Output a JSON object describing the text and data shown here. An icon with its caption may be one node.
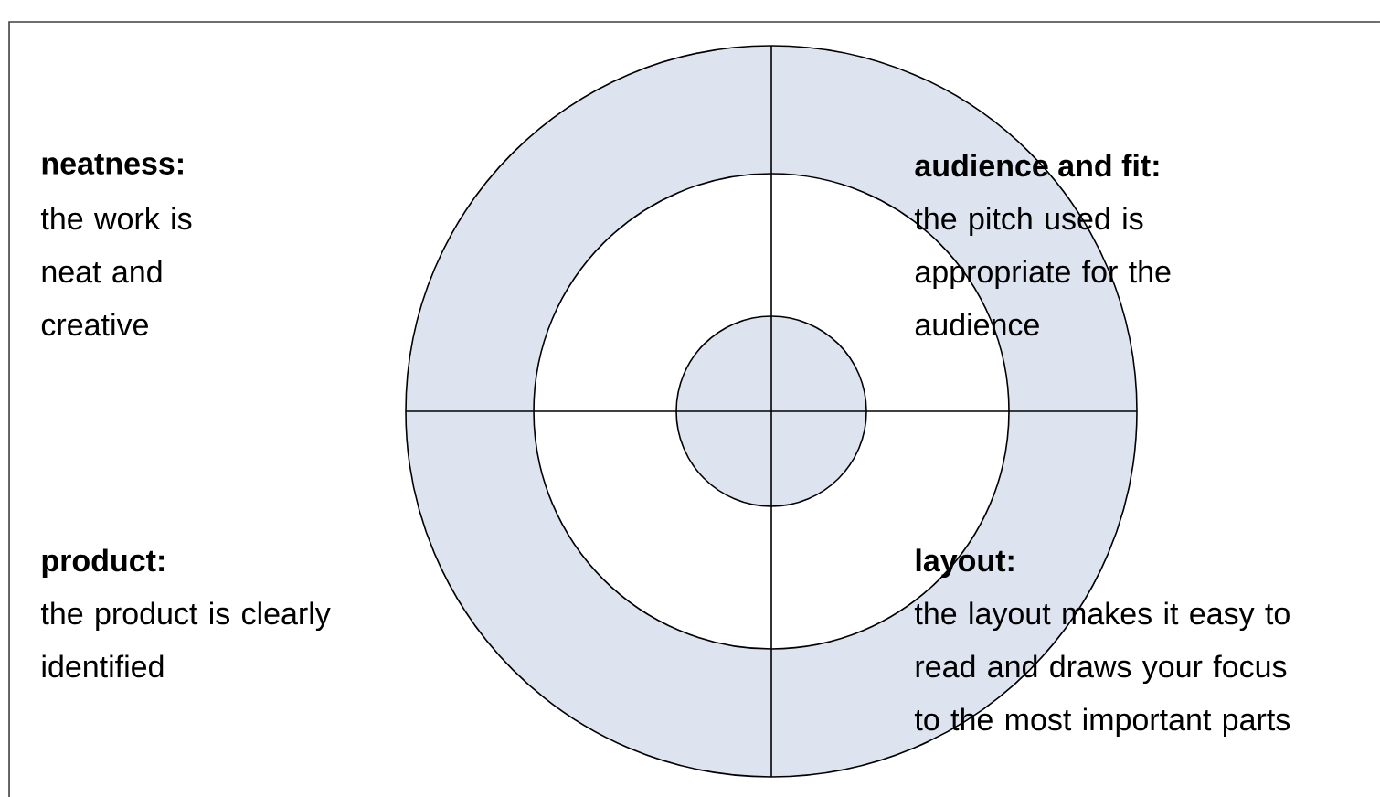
{
  "diagram": {
    "labels": [
      "neatness:",
      "the work is neat and creative",
      "audience and fit:",
      "the pitch used is appropriate for the audience",
      "product:",
      "the product is clearly identified",
      "layout:",
      "the layout makes it easy to read and draws your focus to the most important parts"
    ]
  }
}
